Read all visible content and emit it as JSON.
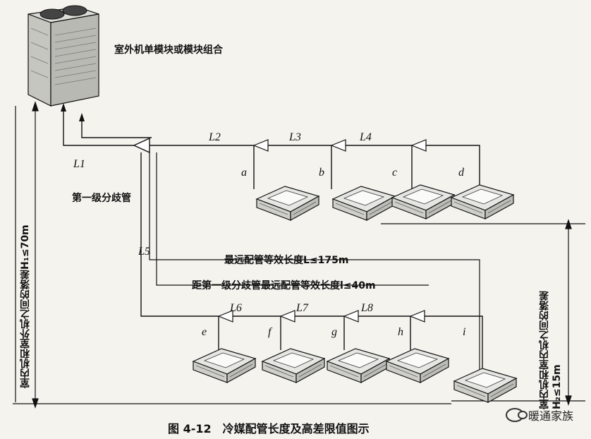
{
  "outdoor_unit_label": "室外机单模块或模块组合",
  "first_branch_label": "第一级分歧管",
  "farthest_length_label": "最远配管等效长度L≤175m",
  "branch_to_farthest_label": "距第一级分歧管最远配管等效长度l≤40m",
  "height_outdoor_indoor": "室内机和室外机之间的落差H₁≤70m",
  "height_indoor_indoor": "室内机和室内机之间的落差H₂≤15m",
  "caption": "图 4-12　冷媒配管长度及高差限值图示",
  "watermark": "暖通家族",
  "pipe_labels": {
    "L1": "L1",
    "L2": "L2",
    "L3": "L3",
    "L4": "L4",
    "L5": "L5",
    "L6": "L6",
    "L7": "L7",
    "L8": "L8"
  },
  "unit_labels": {
    "a": "a",
    "b": "b",
    "c": "c",
    "d": "d",
    "e": "e",
    "f": "f",
    "g": "g",
    "h": "h",
    "i": "i"
  }
}
